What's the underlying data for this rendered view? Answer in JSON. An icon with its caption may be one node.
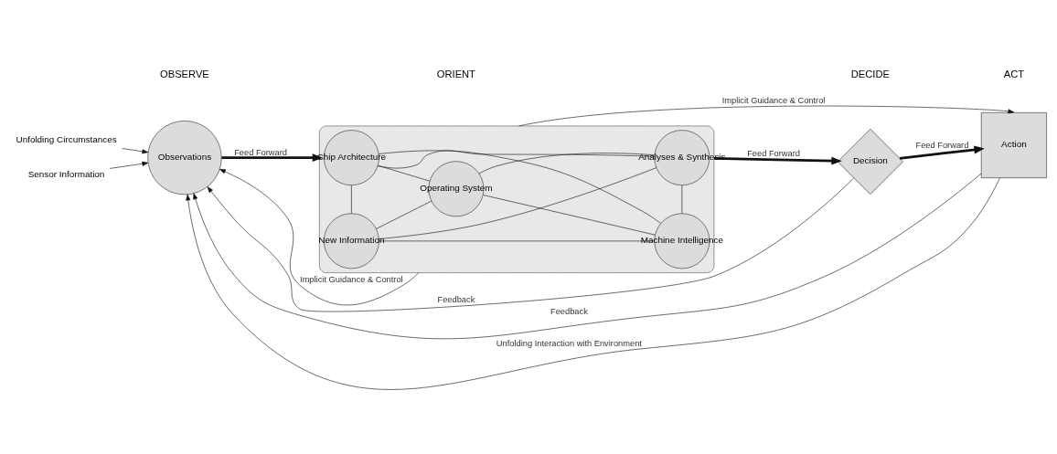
{
  "diagram": {
    "nodes": [
      {
        "text": [
          "Unfolding Circumstances"
        ]
      },
      {
        "text": [
          "Sensor Information"
        ]
      },
      {
        "text": [
          "Observations"
        ]
      },
      {
        "text": [],
        "shape": "box"
      },
      {
        "text": [
          "Operating System"
        ],
        "in": 3
      },
      {
        "text": [
          "Chip Architecture"
        ],
        "in": 3
      },
      {
        "text": [
          "Analyses & Synthesis"
        ],
        "in": 3
      },
      {
        "text": [
          "New Information"
        ],
        "in": 3
      },
      {
        "text": [
          "Machine Intelligence"
        ],
        "in": 3
      },
      {
        "text": [
          "Decision"
        ]
      },
      {
        "text": [
          "Action"
        ]
      }
    ],
    "edges": [
      {
        "from": 0,
        "to": 2,
        "arrow": "to"
      },
      {
        "from": 1,
        "to": 2,
        "arrow": "to"
      },
      {
        "from": 2,
        "to": 3,
        "arrow": "to",
        "label": "Feed Forward",
        "style": "thick"
      },
      {
        "from": 3,
        "to": 10,
        "arrow": "to",
        "label": "Implicit Guidance & Control"
      },
      {
        "from": 3,
        "to": 2,
        "arrow": "to",
        "label": "Implicit Guidance & Control"
      },
      {
        "from": 3,
        "to": 9,
        "arrow": "to",
        "label": "Feed Forward",
        "style": "thick"
      },
      {
        "from": 9,
        "to": 10,
        "arrow": "to",
        "label": "Feed Forward",
        "style": "thick"
      },
      {
        "from": 9,
        "to": 2,
        "arrow": "to",
        "label": "Feedback"
      },
      {
        "from": 10,
        "to": 2,
        "arrow": "to",
        "label": "Feedback"
      },
      {
        "from": 10,
        "to": 2,
        "arrow": "to",
        "label": "Unfolding Interaction with Environment"
      },
      {
        "from": 5,
        "to": 4,
        "arrow": "none"
      },
      {
        "from": 4,
        "to": 6,
        "arrow": "none"
      },
      {
        "from": 5,
        "to": 6,
        "arrow": "none"
      },
      {
        "from": 5,
        "to": 7,
        "arrow": "none"
      },
      {
        "from": 5,
        "to": 8,
        "arrow": "none"
      },
      {
        "from": 7,
        "to": 4,
        "arrow": "none"
      },
      {
        "from": 4,
        "to": 8,
        "arrow": "none"
      },
      {
        "from": 7,
        "to": 6,
        "arrow": "none"
      },
      {
        "from": 6,
        "to": 8,
        "arrow": "none"
      },
      {
        "from": 7,
        "to": 8,
        "arrow": "none"
      }
    ],
    "labels": [
      "OBSERVE",
      "ORIENT",
      "DECIDE",
      "ACT"
    ]
  }
}
